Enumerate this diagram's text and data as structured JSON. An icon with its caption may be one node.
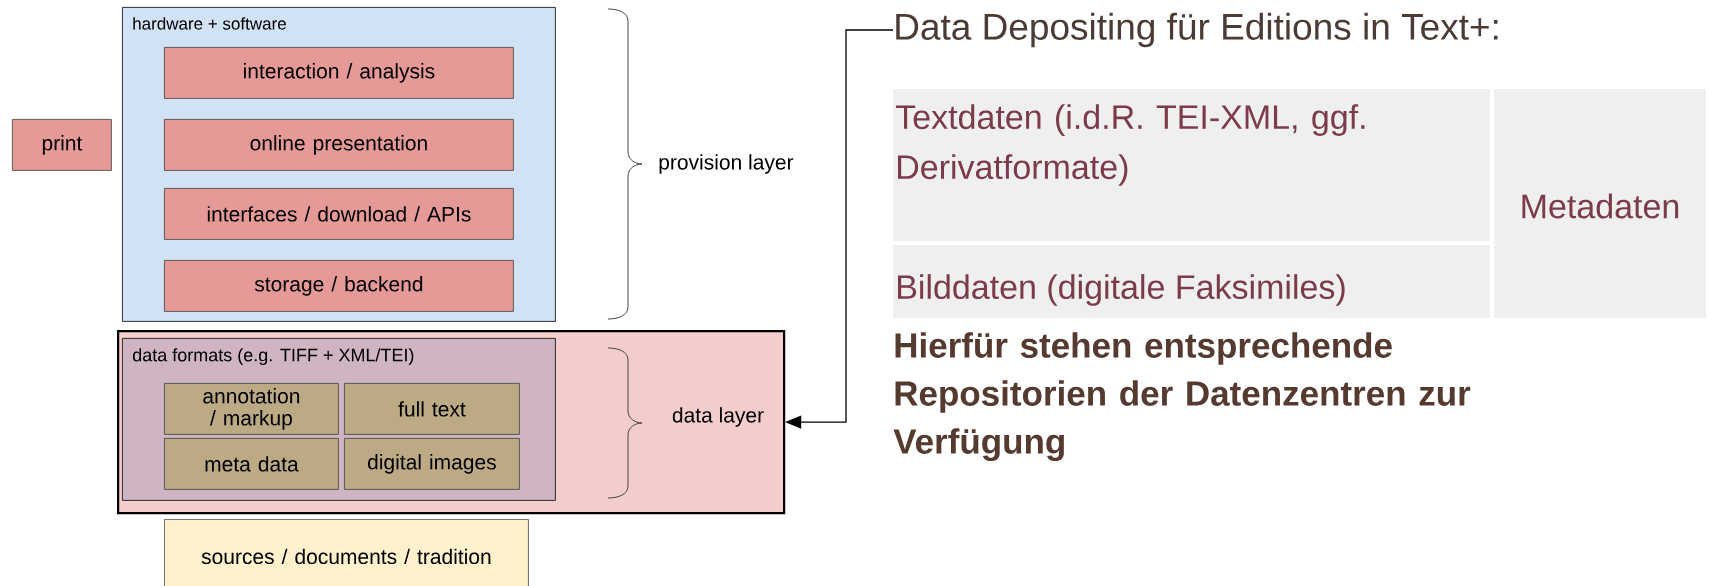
{
  "diagram": {
    "nodes": [
      {
        "text": [
          "print"
        ]
      },
      {
        "text": [
          "hardware + software"
        ]
      },
      {
        "text": [
          "interaction / analysis"
        ],
        "in": 1
      },
      {
        "text": [
          "online presentation"
        ],
        "in": 1
      },
      {
        "text": [
          "interfaces / download / APIs"
        ],
        "in": 1
      },
      {
        "text": [
          "storage / backend"
        ],
        "in": 1
      },
      {
        "text": [
          "data layer"
        ]
      },
      {
        "text": [
          "data formats (e.g. TIFF + XML/TEI)"
        ],
        "in": 6
      },
      {
        "text": [
          "annotation / markup"
        ],
        "in": 7
      },
      {
        "text": [
          "full text"
        ],
        "in": 7
      },
      {
        "text": [
          "meta data"
        ],
        "in": 7
      },
      {
        "text": [
          "digital images"
        ],
        "in": 7
      },
      {
        "text": [
          "sources / documents / tradition"
        ]
      },
      {
        "text": [
          "Data Depositing für Editions in Text+:"
        ]
      }
    ],
    "edges": [
      {
        "from": 13,
        "to": 6,
        "arrow": "to"
      }
    ],
    "labels": [
      "provision layer",
      "Textdaten (i.d.R. TEI-XML, ggf. Derivatformate)",
      "Metadaten",
      "Bilddaten (digitale Faksimiles)",
      "Hierfür stehen entsprechende Repositorien der Datenzentren zur Verfügung"
    ]
  }
}
